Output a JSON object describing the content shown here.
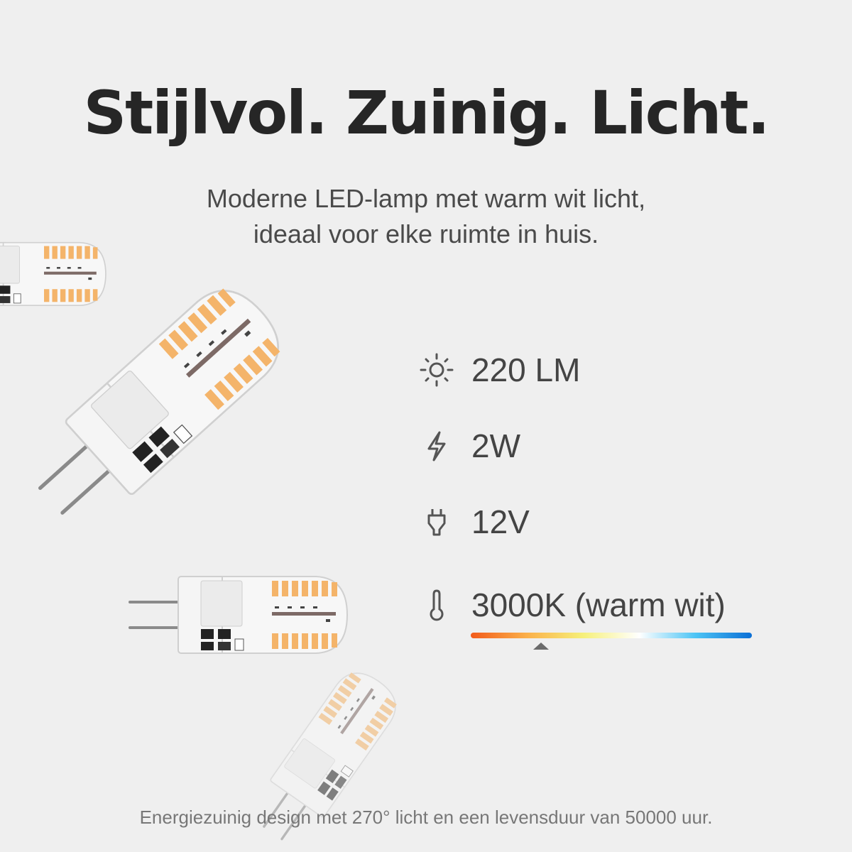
{
  "header": {
    "title": "Stijlvol. Zuinig. Licht.",
    "subtitle_lines": [
      "Moderne LED-lamp met warm wit licht,",
      "ideaal voor elke ruimte in huis."
    ]
  },
  "specs": [
    {
      "icon": "sun-icon",
      "value": "220 LM"
    },
    {
      "icon": "lightning-icon",
      "value": "2W"
    },
    {
      "icon": "plug-icon",
      "value": "12V"
    },
    {
      "icon": "thermometer-icon",
      "value": "3000K (warm wit)"
    }
  ],
  "color_temperature_scale": {
    "colors": [
      "#f25a1a",
      "#fbb04a",
      "#f6f07a",
      "#ffffff",
      "#4cc4f5",
      "#0b6fd6"
    ],
    "marker_position": 0.25
  },
  "footer": "Energiezuinig design met 270° licht en een levensduur van 50000 uur."
}
